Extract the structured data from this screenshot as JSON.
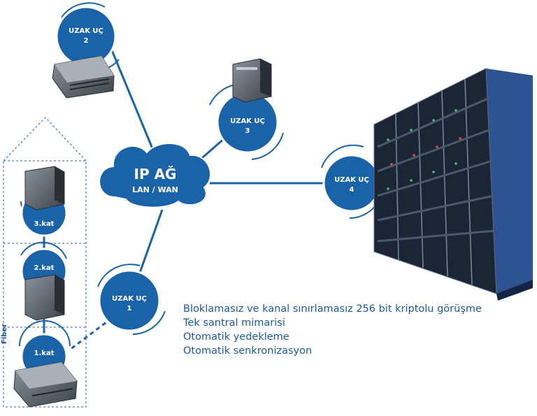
{
  "colors": {
    "primary": "#1a63a8",
    "primary_dark": "#0f4a85",
    "text_blue": "#1a5a9c",
    "node_text": "#ffffff"
  },
  "network": {
    "title": "IP AĞ",
    "subtitle": "LAN / WAN"
  },
  "nodes": [
    {
      "line1": "UZAK UÇ",
      "line2": "2"
    },
    {
      "line1": "UZAK UÇ",
      "line2": "3"
    },
    {
      "line1": "UZAK UÇ",
      "line2": "4"
    },
    {
      "line1": "UZAK UÇ",
      "line2": "1"
    }
  ],
  "building": {
    "floors": [
      "3.kat",
      "2.kat",
      "1.kat"
    ],
    "link_label": "Fiber"
  },
  "features": [
    "Bloklamasız ve kanal sınırlamasız 256 bit kriptolu görüşme",
    "Tek santral mimarisi",
    "Otomatik yedekleme",
    "Otomatik senkronizasyon"
  ]
}
